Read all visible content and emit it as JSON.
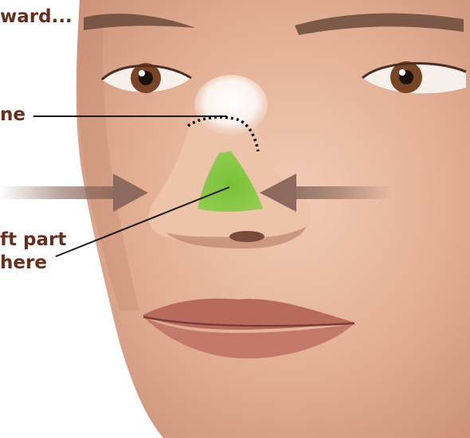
{
  "labels": {
    "top": "ward...",
    "bone": "ne",
    "soft_line1": "ft part",
    "soft_line2": "here"
  },
  "colors": {
    "label_text": "#6a2e1c",
    "skin_light": "#f1cbb3",
    "skin_mid": "#dca58a",
    "skin_shadow": "#b57b64",
    "hair_brown": "#6b4a3c",
    "iris_brown": "#7a4426",
    "lips": "#b86a5c",
    "cartilage_green": "#7cc43a",
    "bone_white": "#ffffff",
    "arrow_brown": "#8e6a5e",
    "pointer_line": "#1c1c1c"
  },
  "icons": {
    "left_arrow": "arrow-right-icon",
    "right_arrow": "arrow-left-icon"
  }
}
